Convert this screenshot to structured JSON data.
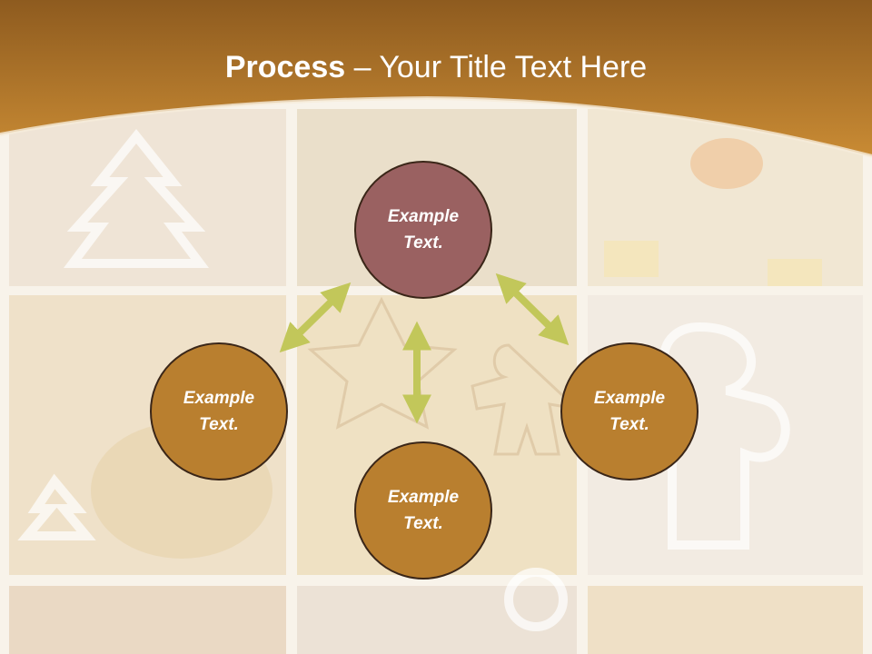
{
  "title": {
    "bold": "Process",
    "rest": " – Your Title Text Here"
  },
  "nodes": [
    {
      "id": "top",
      "text": "Example\nText.",
      "color": "#9a6161"
    },
    {
      "id": "left",
      "text": "Example\nText.",
      "color": "#b97f2f"
    },
    {
      "id": "right",
      "text": "Example\nText.",
      "color": "#b97f2f"
    },
    {
      "id": "bottom",
      "text": "Example\nText.",
      "color": "#b97f2f"
    }
  ],
  "colors": {
    "header": "#c68a34",
    "arrow": "#c2c75a",
    "node_border": "#3a2618"
  }
}
